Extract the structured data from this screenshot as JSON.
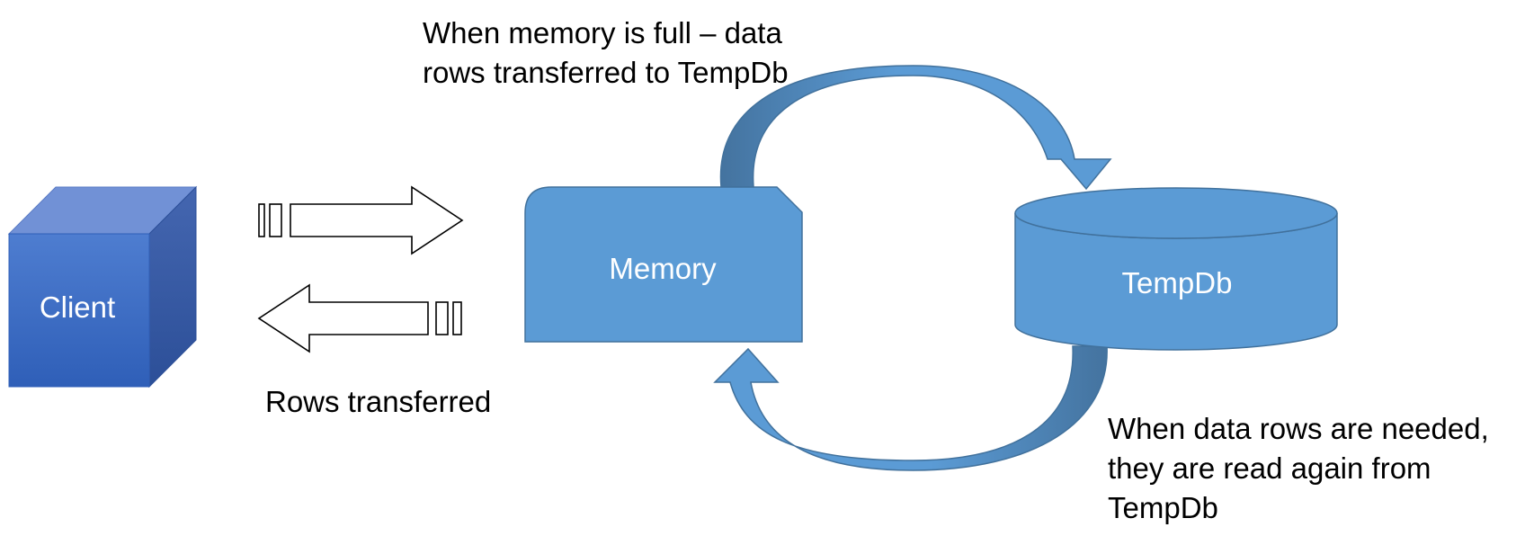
{
  "labels": {
    "client": "Client",
    "memory": "Memory",
    "tempdb": "TempDb"
  },
  "captions": {
    "spill": {
      "line1": "When memory is full – data",
      "line2": "rows transferred to TempDb"
    },
    "read_back": {
      "line1": "When data rows are needed,",
      "line2": "they are read again from",
      "line3": "TempDb"
    },
    "rows_transferred": "Rows transferred"
  },
  "colors": {
    "shape_fill": "#5B9BD5",
    "shape_stroke": "#41719C",
    "arrow_dark": "#4A7BAE",
    "cube_front": "#4472C4",
    "cube_top": "#7191D6",
    "cube_side": "#3A5CA8",
    "outline_arrow": "#000000"
  }
}
